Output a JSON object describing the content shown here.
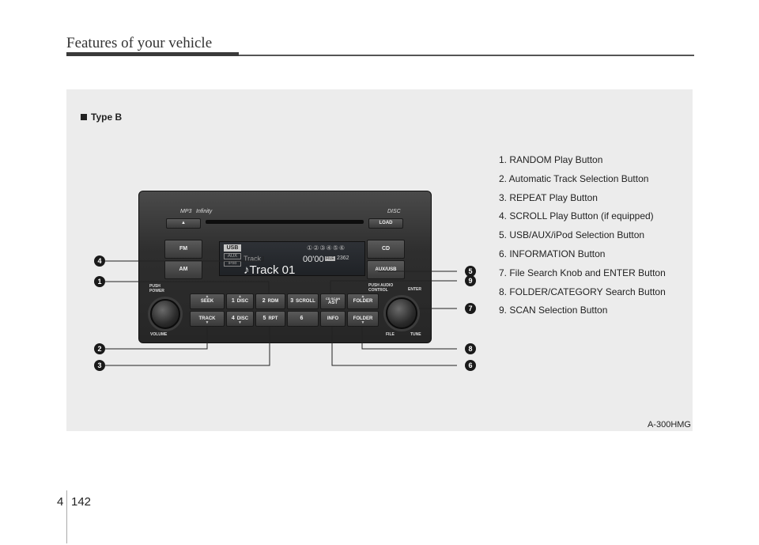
{
  "header": {
    "title": "Features of your vehicle"
  },
  "panel": {
    "type_label": "Type B",
    "figure_code": "A-300HMG",
    "legend": [
      "1. RANDOM Play Button",
      "2. Automatic Track Selection Button",
      "3. REPEAT Play Button",
      "4. SCROLL Play Button (if equipped)",
      "5. USB/AUX/iPod Selection Button",
      "6. INFORMATION Button",
      "7. File Search Knob and ENTER Button",
      "8. FOLDER/CATEGORY Search Button",
      "9. SCAN Selection Button"
    ]
  },
  "radio": {
    "brand_mp3": "MP3",
    "brand_infinity": "Infinity",
    "brand_disc": "DISC",
    "eject": "▲",
    "load": "LOAD",
    "fm": "FM",
    "am": "AM",
    "cd": "CD",
    "aux_usb": "AUX/USB",
    "push_power": "PUSH POWER",
    "volume": "VOLUME",
    "push_audio": "PUSH AUDIO CONTROL",
    "enter": "ENTER",
    "file": "FILE",
    "tune": "TUNE",
    "seek": "SEEK",
    "track": "TRACK",
    "b1_num": "1",
    "b1_lbl": "DISC",
    "b2_num": "2",
    "b2_lbl": "RDM",
    "b3_num": "3",
    "b3_lbl": "SCROLL",
    "b4_num": "4",
    "b4_lbl": "DISC",
    "b5_num": "5",
    "b5_lbl": "RPT",
    "b6_num": "6",
    "cd_scan": "CD SCAN",
    "ast": "AST",
    "info": "INFO",
    "folder_up": "FOLDER",
    "folder_dn": "FOLDER",
    "screen": {
      "usb": "USB",
      "aux": "AUX",
      "ipod": "iPod",
      "discs": "①②③④⑤⑥",
      "track_small": "Track",
      "time": "00'00",
      "file_tag": "FILE",
      "file_num": "2362",
      "track": "♪Track 01"
    }
  },
  "callouts": [
    "4",
    "1",
    "2",
    "3",
    "5",
    "9",
    "7",
    "8",
    "6"
  ],
  "footer": {
    "section": "4",
    "page": "142"
  }
}
